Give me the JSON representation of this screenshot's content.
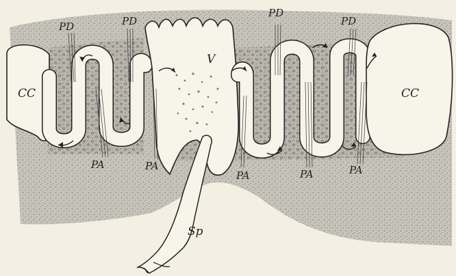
{
  "figure": {
    "labels": {
      "PD": "PD",
      "PA": "PA",
      "CC": "CC",
      "V": "V",
      "Sp": "Sp"
    }
  }
}
